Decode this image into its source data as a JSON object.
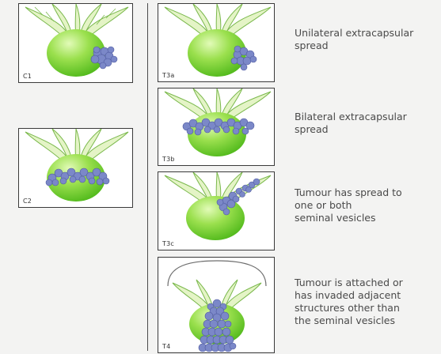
{
  "panels": [
    {
      "label": "C1"
    },
    {
      "label": "C2"
    },
    {
      "label": "T3a"
    },
    {
      "label": "T3b"
    },
    {
      "label": "T3c"
    },
    {
      "label": "T4"
    }
  ],
  "descriptions": [
    "Unilateral extracapsular\nspread",
    "Bilateral extracapsular\nspread",
    "Tumour has spread to\none or both\nseminal vesicles",
    "Tumour is attached or\nhas invaded adjacent\nstructures other than\nthe seminal vesicles"
  ],
  "colors": {
    "prostate_light": "#d6f7a8",
    "prostate_dark": "#56c21c",
    "vesicle_fill": "#e4f4c6",
    "vesicle_stroke": "#7ab84c",
    "tumour": "#7b88c8",
    "tumour_stroke": "#4f5aa0"
  }
}
